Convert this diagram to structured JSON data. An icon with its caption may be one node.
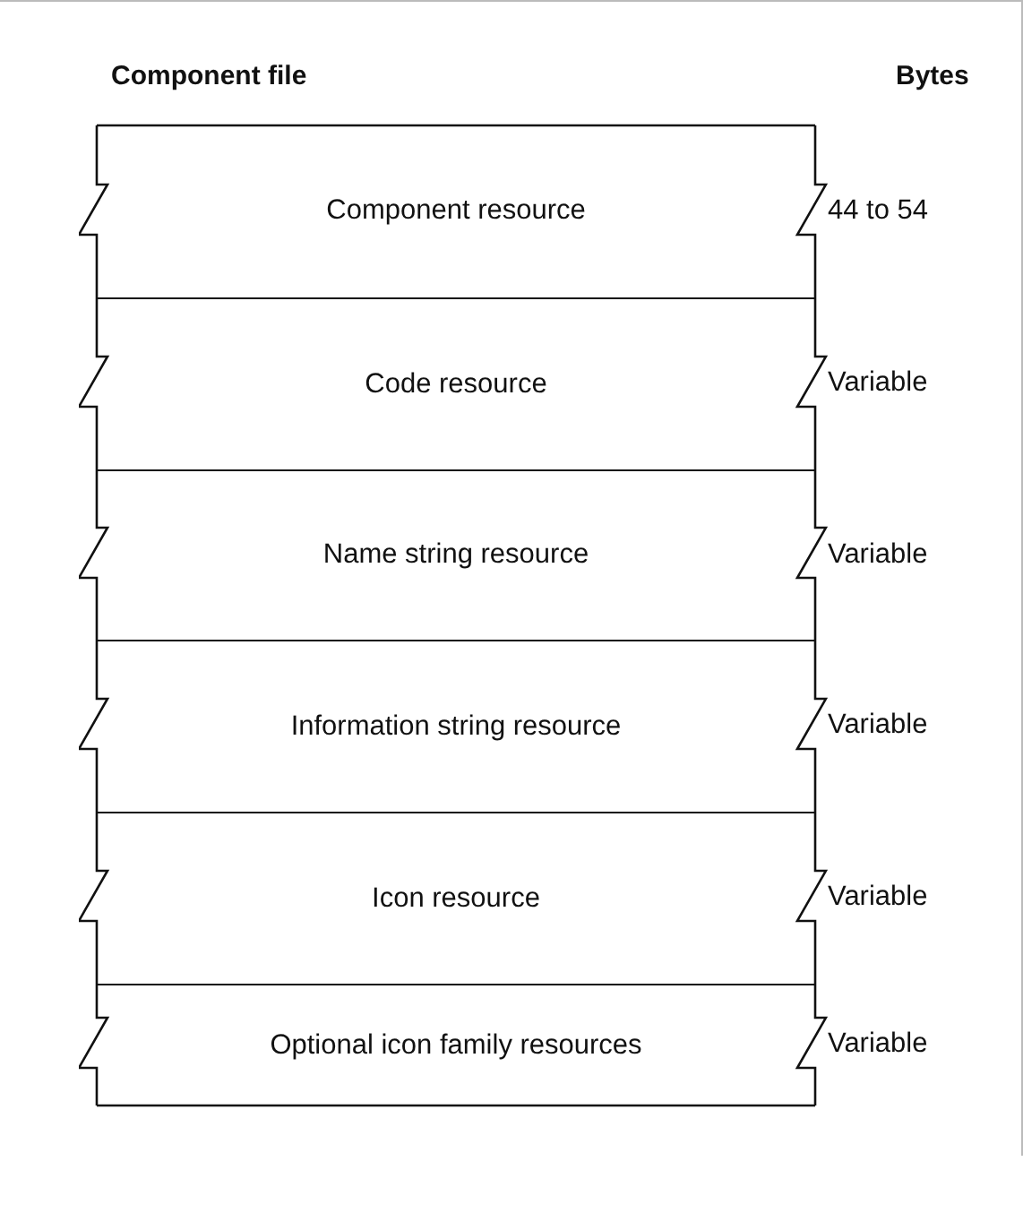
{
  "diagram": {
    "nodes": [
      {
        "text": [
          "Component file"
        ]
      },
      {
        "text": [
          "Component resource"
        ],
        "in": 0
      },
      {
        "text": [
          "Code resource"
        ],
        "in": 0
      },
      {
        "text": [
          "Name string resource"
        ],
        "in": 0
      },
      {
        "text": [
          "Information string resource"
        ],
        "in": 0
      },
      {
        "text": [
          "Icon resource"
        ],
        "in": 0
      },
      {
        "text": [
          "Optional icon family resources"
        ],
        "in": 0
      }
    ],
    "labels": [
      "Bytes",
      "44 to 54",
      "Variable",
      "Variable",
      "Variable",
      "Variable",
      "Variable"
    ]
  }
}
